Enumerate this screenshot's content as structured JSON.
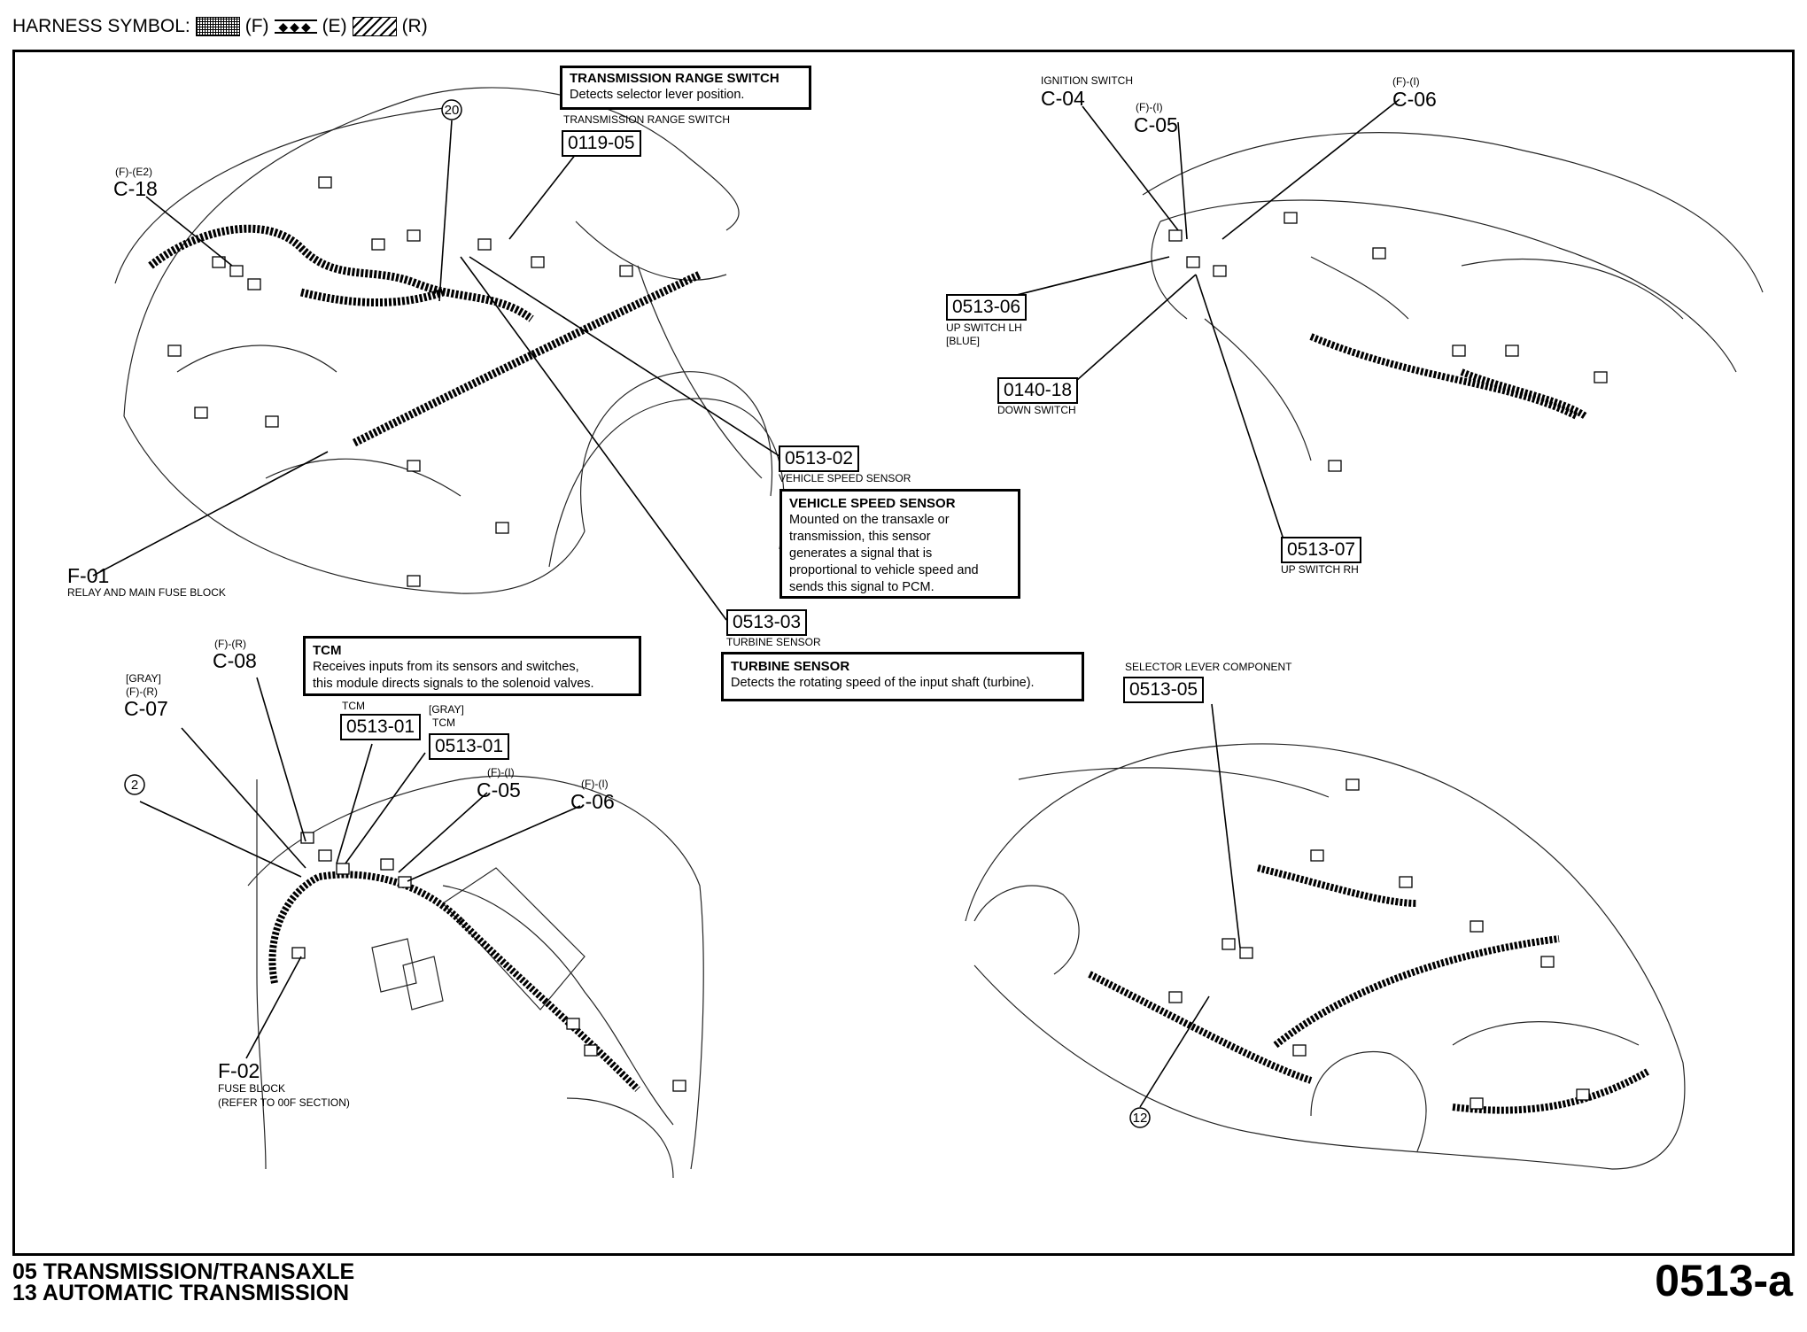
{
  "harness": {
    "label": "HARNESS SYMBOL:",
    "f": "(F)",
    "e": "(E)",
    "r": "(R)"
  },
  "front_view": {
    "c18_code": "(F)-(E2)",
    "c18": "C-18",
    "callout_20": "20",
    "trs_title": "TRANSMISSION RANGE SWITCH",
    "trs_desc": "Detects selector lever position.",
    "trs_label": "TRANSMISSION RANGE SWITCH",
    "trs_tag": "0119-05",
    "vss_tag": "0513-02",
    "vss_label": "VEHICLE SPEED SENSOR",
    "vss_title": "VEHICLE SPEED SENSOR",
    "vss_desc": [
      "Mounted on the transaxle or",
      "transmission, this sensor",
      "generates a signal that is",
      "proportional to vehicle speed and",
      "sends this signal to PCM."
    ],
    "turbine_tag": "0513-03",
    "turbine_label": "TURBINE SENSOR",
    "turbine_title": "TURBINE SENSOR",
    "turbine_desc": "Detects the rotating speed of the input shaft (turbine).",
    "f01": "F-01",
    "f01_label": "RELAY AND MAIN FUSE BLOCK"
  },
  "dash_view": {
    "c04_label": "IGNITION SWITCH",
    "c04": "C-04",
    "c05_code": "(F)-(I)",
    "c05": "C-05",
    "c06_code": "(F)-(I)",
    "c06": "C-06",
    "up_lh_tag": "0513-06",
    "up_lh_label": "UP SWITCH LH",
    "up_lh_color": "[BLUE]",
    "down_tag": "0140-18",
    "down_label": "DOWN SWITCH",
    "up_rh_tag": "0513-07",
    "up_rh_label": "UP SWITCH RH"
  },
  "cowl_view": {
    "c08_code": "(F)-(R)",
    "c08": "C-08",
    "tcm_title": "TCM",
    "tcm_desc": [
      "Receives inputs from its sensors and switches,",
      "this module directs signals to the solenoid valves."
    ],
    "c07_color": "[GRAY]",
    "c07_code": "(F)-(R)",
    "c07": "C-07",
    "tcm_a_label": "TCM",
    "tcm_a_tag": "0513-01",
    "tcm_b_color": "[GRAY]",
    "tcm_b_label": "TCM",
    "tcm_b_tag": "0513-01",
    "c05_code": "(F)-(I)",
    "c05": "C-05",
    "c06_code": "(F)-(I)",
    "c06": "C-06",
    "callout_2": "2",
    "f02": "F-02",
    "f02_label": "FUSE BLOCK",
    "f02_note": "(REFER TO 00F SECTION)"
  },
  "rear_view": {
    "selector_label": "SELECTOR LEVER COMPONENT",
    "selector_tag": "0513-05",
    "callout_12": "12"
  },
  "footer": {
    "line1": "05  TRANSMISSION/TRANSAXLE",
    "line2": "13  AUTOMATIC TRANSMISSION",
    "page_id": "0513-a"
  }
}
